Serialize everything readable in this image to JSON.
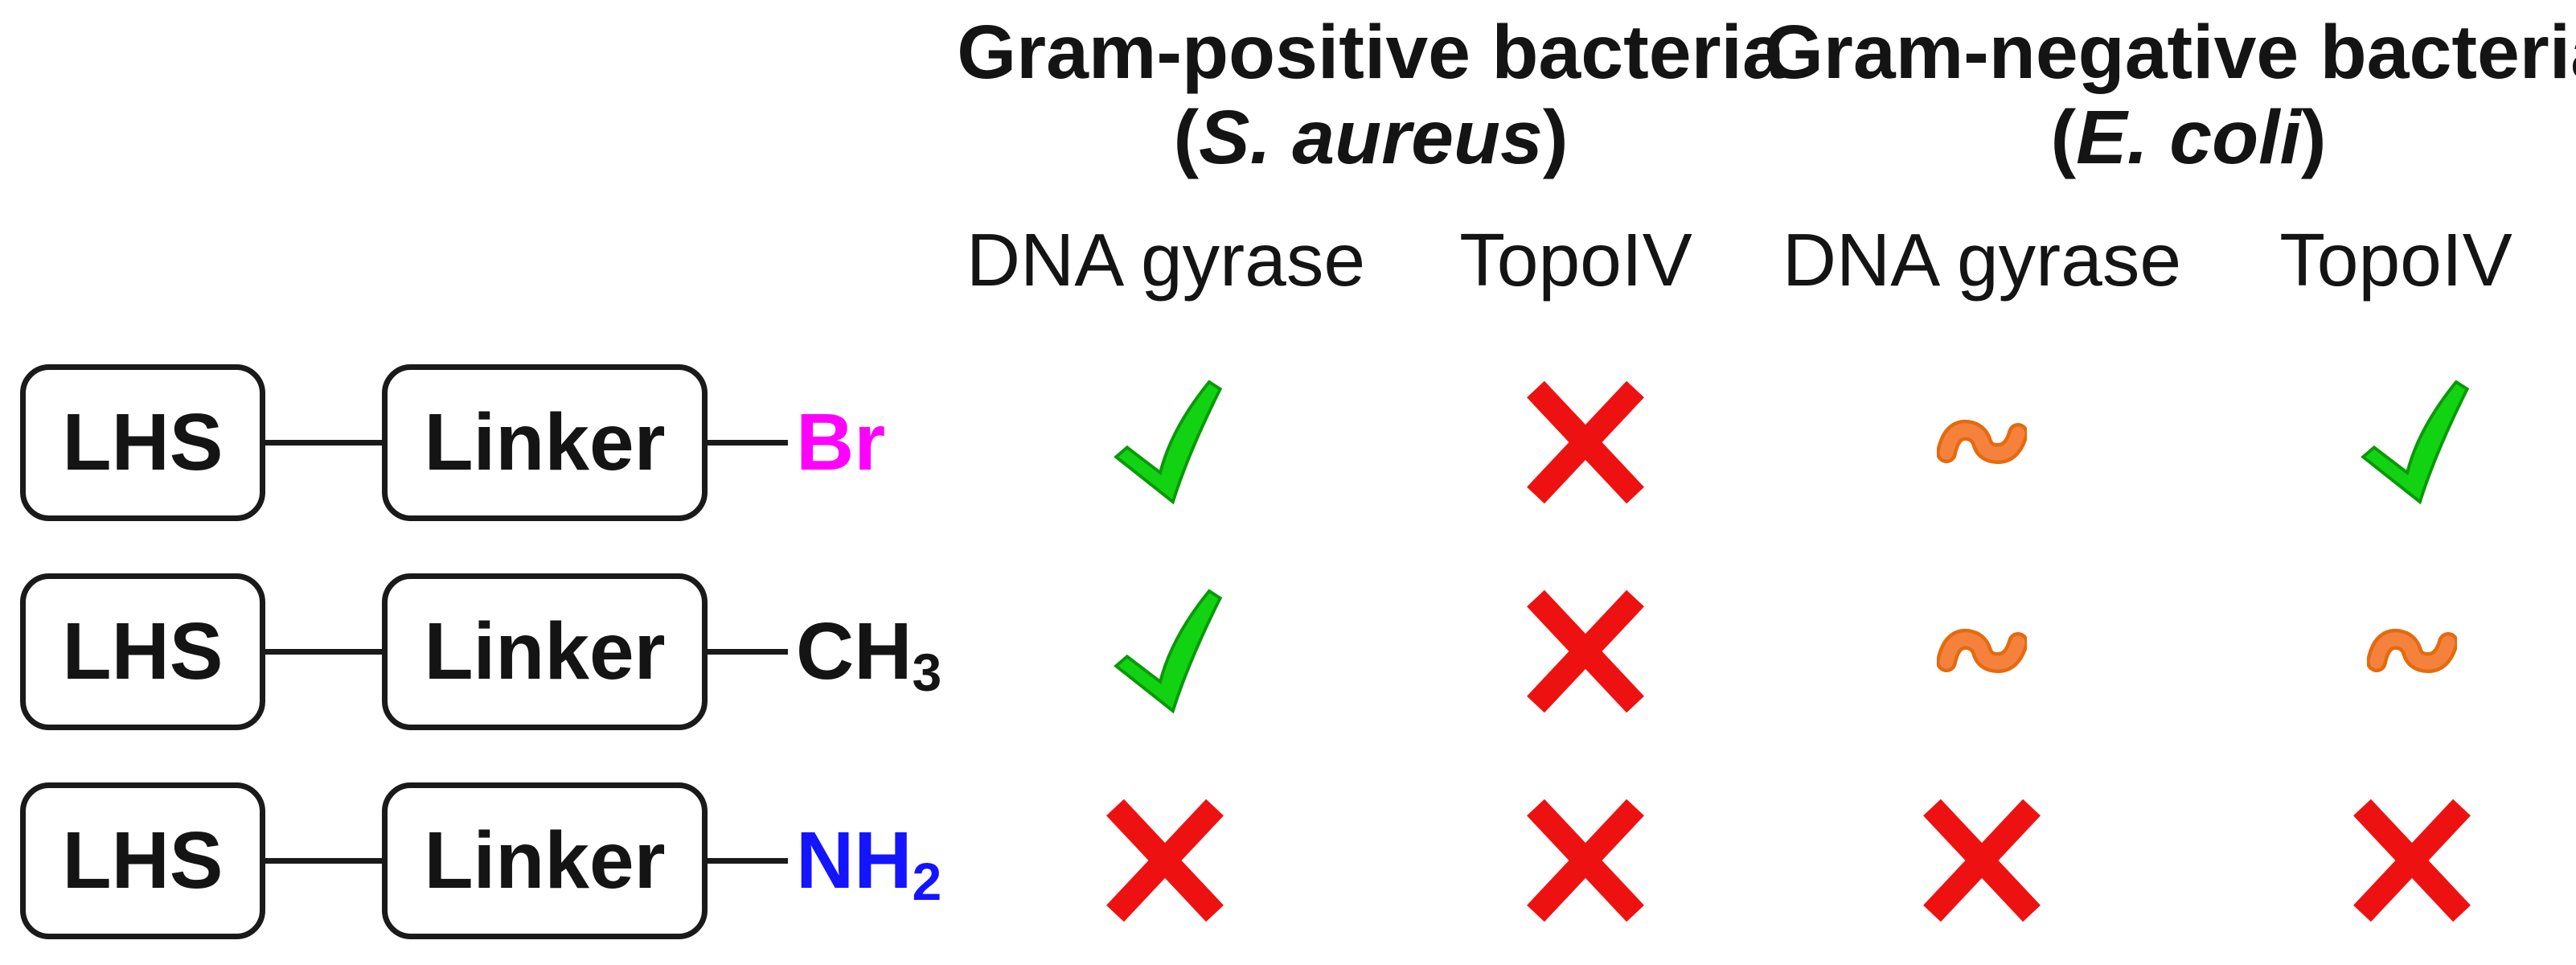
{
  "colors": {
    "check_fill": "#12D312",
    "check_edge": "#089908",
    "cross": "#EE1111",
    "partial_fill": "#F5823C",
    "partial_edge": "#E56A0F",
    "box_border": "#1A1A1A",
    "text": "#141414"
  },
  "diagram": {
    "lhs": "LHS",
    "linker": "Linker"
  },
  "groups": [
    {
      "title": "Gram-positive bacteria",
      "species_open": "(",
      "species": "S. aureus",
      "species_close": ")",
      "columns": [
        "DNA gyrase",
        "TopoIV"
      ]
    },
    {
      "title": "Gram-negative bacteria",
      "species_open": "(",
      "species": "E. coli",
      "species_close": ")",
      "columns": [
        "DNA gyrase",
        "TopoIV"
      ]
    }
  ],
  "rows": [
    {
      "substituent": {
        "text": "Br",
        "subscript": "",
        "color": "#FF00FF"
      },
      "results": [
        "check",
        "cross",
        "partial",
        "check"
      ]
    },
    {
      "substituent": {
        "text": "CH",
        "subscript": "3",
        "color": "#141414"
      },
      "results": [
        "check",
        "cross",
        "partial",
        "partial"
      ]
    },
    {
      "substituent": {
        "text": "NH",
        "subscript": "2",
        "color": "#1414FF"
      },
      "results": [
        "cross",
        "cross",
        "cross",
        "cross"
      ]
    }
  ]
}
